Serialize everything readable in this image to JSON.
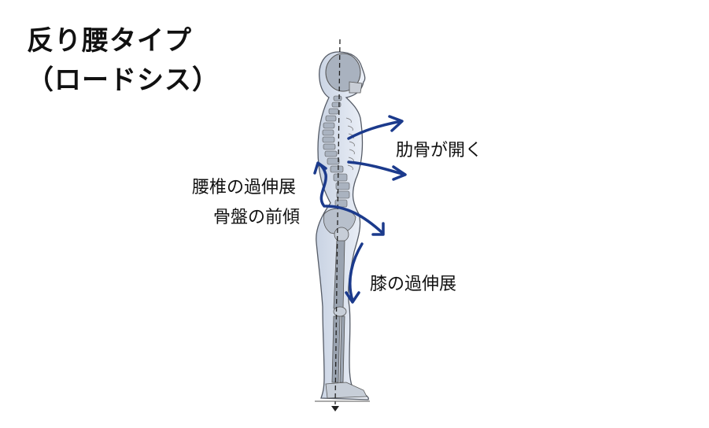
{
  "title": {
    "line1": "反り腰タイプ",
    "line2": "（ロードシス）"
  },
  "labels": {
    "ribs": "肋骨が開く",
    "lumbar": "腰椎の過伸展",
    "pelvis": "骨盤の前傾",
    "knee": "膝の過伸展"
  },
  "colors": {
    "arrow": "#1b3a8c",
    "body_fill": "#dfe7f3",
    "bone_fill": "#9aa3b0",
    "outline": "#555b66",
    "plumb_line": "#222222"
  }
}
